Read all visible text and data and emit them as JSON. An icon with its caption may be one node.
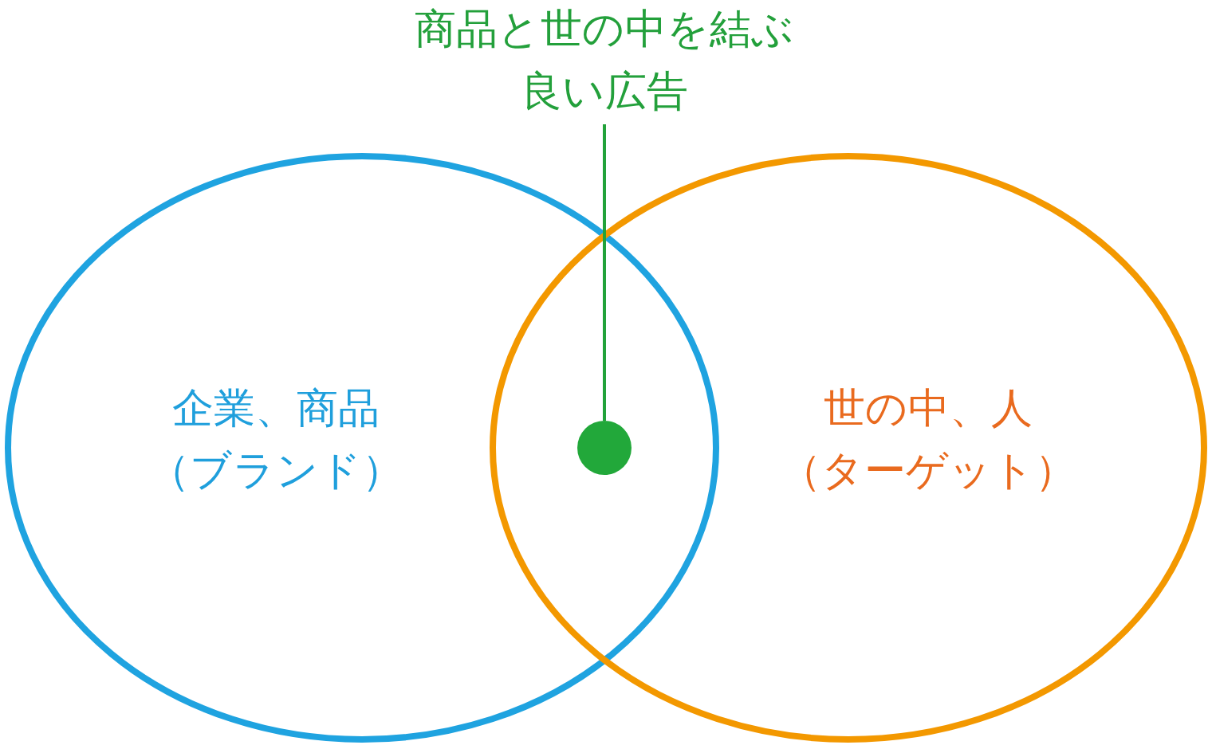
{
  "diagram": {
    "nodes": [
      {
        "text": [
          "企業、商品（ブランド）"
        ]
      },
      {
        "text": [
          "世の中、人（ターゲット）"
        ]
      },
      {
        "text": [
          "商品と世の中を結ぶ良い広告"
        ]
      },
      {
        "text": [],
        "shape": "circle"
      }
    ],
    "edges": [
      {
        "from": 2,
        "to": 3,
        "arrow": "none"
      }
    ]
  }
}
